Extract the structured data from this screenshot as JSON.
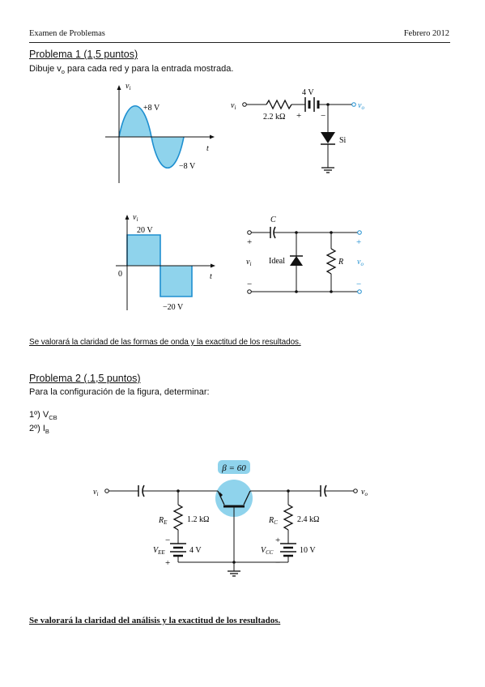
{
  "header": {
    "left": "Examen de Problemas",
    "right": "Febrero 2012"
  },
  "problem1": {
    "title": "Problema 1 (1,5 puntos)",
    "statement_pre": "Dibuje v",
    "statement_sub": "o",
    "statement_post": " para cada red y para la entrada mostrada.",
    "fig_a": {
      "wave": {
        "vi": "v",
        "vi_sub": "i",
        "peak_pos": "+8 V",
        "peak_neg": "−8 V",
        "t": "t"
      },
      "circuit": {
        "vi": "v",
        "vi_sub": "i",
        "resistor": "2.2 kΩ",
        "plus": "+",
        "battery": "4 V",
        "minus": "−",
        "vo": "v",
        "vo_sub": "o",
        "diode": "Si"
      }
    },
    "fig_b": {
      "wave": {
        "vi": "v",
        "vi_sub": "i",
        "high": "20 V",
        "low": "−20 V",
        "zero": "0",
        "t": "t"
      },
      "circuit": {
        "cap": "C",
        "plus_in": "+",
        "vi": "v",
        "vi_sub": "i",
        "minus_in": "−",
        "diode": "Ideal",
        "res": "R",
        "plus_out": "+",
        "vo": "v",
        "vo_sub": "o",
        "minus_out": "−"
      }
    },
    "note": "Se valorará la claridad de las formas de onda y la exactitud de los resultados."
  },
  "problem2": {
    "title": "Problema 2 (.1,5 puntos)",
    "statement": "Para la configuración de la figura, determinar:",
    "items": [
      {
        "prefix": "1º) V",
        "sub": "CB"
      },
      {
        "prefix": "2º) I",
        "sub": "B"
      }
    ],
    "circuit": {
      "beta": "β = 60",
      "vi": "v",
      "vi_sub": "i",
      "vo": "v",
      "vo_sub": "o",
      "re": "R",
      "re_sub": "E",
      "re_val": "1.2 kΩ",
      "rc": "R",
      "rc_sub": "C",
      "rc_val": "2.4 kΩ",
      "vee": "V",
      "vee_sub": "EE",
      "vee_val": "4 V",
      "vcc": "V",
      "vcc_sub": "CC",
      "vcc_val": "10 V",
      "minus": "−",
      "plus": "+"
    },
    "note": "Se valorará la claridad del análisis y la exactitud de los resultados."
  },
  "colors": {
    "fill": "#8fd3ec",
    "accent": "#1e8fd0",
    "ink": "#111111"
  }
}
